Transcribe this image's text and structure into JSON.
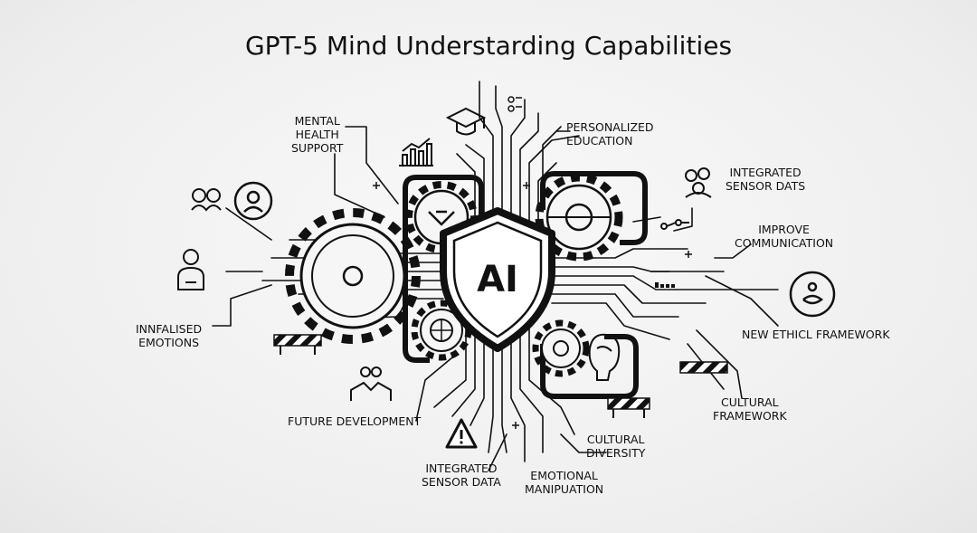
{
  "title": "GPT-5 Mind Understarding Capabilities",
  "center_badge": "AI",
  "labels": {
    "mental_health": [
      "MENTAL",
      "HEALTH",
      "SUPPORT"
    ],
    "personalized_education": [
      "PERSONALIZED",
      "EDUCATION"
    ],
    "integrated_sensor_top": [
      "INTEGRATED",
      "SENSOR DATS"
    ],
    "improve_communication": [
      "IMPROVE",
      "COMMUNICATION"
    ],
    "new_ethic": "NEW ETHICL FRAMEWORK",
    "cultural_framework": [
      "CULTURAL",
      "FRAMEWORK"
    ],
    "cultural_diversity": [
      "CULTURAL",
      "DIVERSITY"
    ],
    "emotional_manipuation": [
      "EMOTIONAL",
      "MANIPUATION"
    ],
    "integrated_sensor_bottom": [
      "INTEGRATED",
      "SENSOR DATA"
    ],
    "future_development": "FUTURE DEVELOPMENT",
    "innfalised_emotions": [
      "INNFALISED",
      "EMOTIONS"
    ]
  },
  "colors": {
    "ink": "#111111",
    "background": "#f1f1f1"
  },
  "icons": [
    "graduation-cap-icon",
    "bar-chart-icon",
    "people-icon",
    "person-portrait-icon",
    "user-icon",
    "network-people-icon",
    "bioengineering-icon",
    "meditation-icon",
    "warning-icon",
    "handshake-icon",
    "brain-icon",
    "gear-icon",
    "shield-icon",
    "barrier-icon"
  ]
}
